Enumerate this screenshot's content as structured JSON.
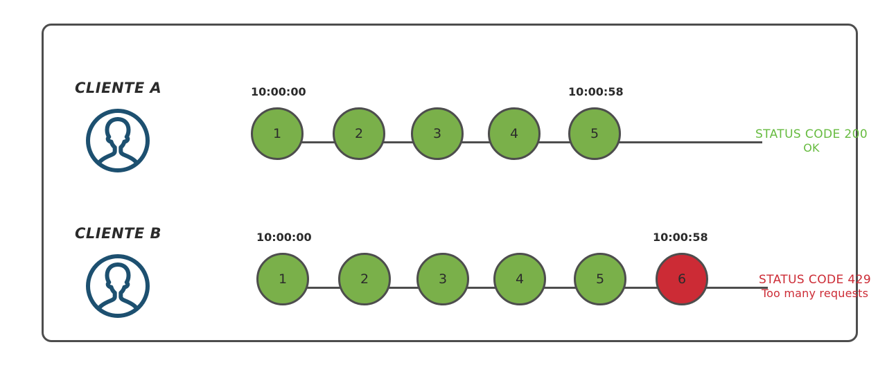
{
  "diagram": {
    "title_visible": false,
    "colors": {
      "panel_border": "#4d4d4d",
      "node_ok": "#7ab04a",
      "node_error": "#cc2b35",
      "node_stroke": "#4d4d4d",
      "avatar": "#1d5070",
      "status_ok_text": "#66bb3f",
      "status_error_text": "#cc2b35",
      "background": "#ffffff"
    },
    "rows": [
      {
        "client_label": "CLIENTE A",
        "avatar_icon": "user-avatar-icon",
        "start_time": "10:00:00",
        "end_time": "10:00:58",
        "nodes": [
          {
            "label": "1",
            "state": "ok"
          },
          {
            "label": "2",
            "state": "ok"
          },
          {
            "label": "3",
            "state": "ok"
          },
          {
            "label": "4",
            "state": "ok"
          },
          {
            "label": "5",
            "state": "ok"
          }
        ],
        "status": {
          "line1": "STATUS CODE 200",
          "line2": "OK",
          "state": "ok"
        }
      },
      {
        "client_label": "CLIENTE B",
        "avatar_icon": "user-avatar-icon",
        "start_time": "10:00:00",
        "end_time": "10:00:58",
        "nodes": [
          {
            "label": "1",
            "state": "ok"
          },
          {
            "label": "2",
            "state": "ok"
          },
          {
            "label": "3",
            "state": "ok"
          },
          {
            "label": "4",
            "state": "ok"
          },
          {
            "label": "5",
            "state": "ok"
          },
          {
            "label": "6",
            "state": "error"
          }
        ],
        "status": {
          "line1": "STATUS CODE 429",
          "line2": "Too many requests",
          "state": "error"
        }
      }
    ]
  }
}
